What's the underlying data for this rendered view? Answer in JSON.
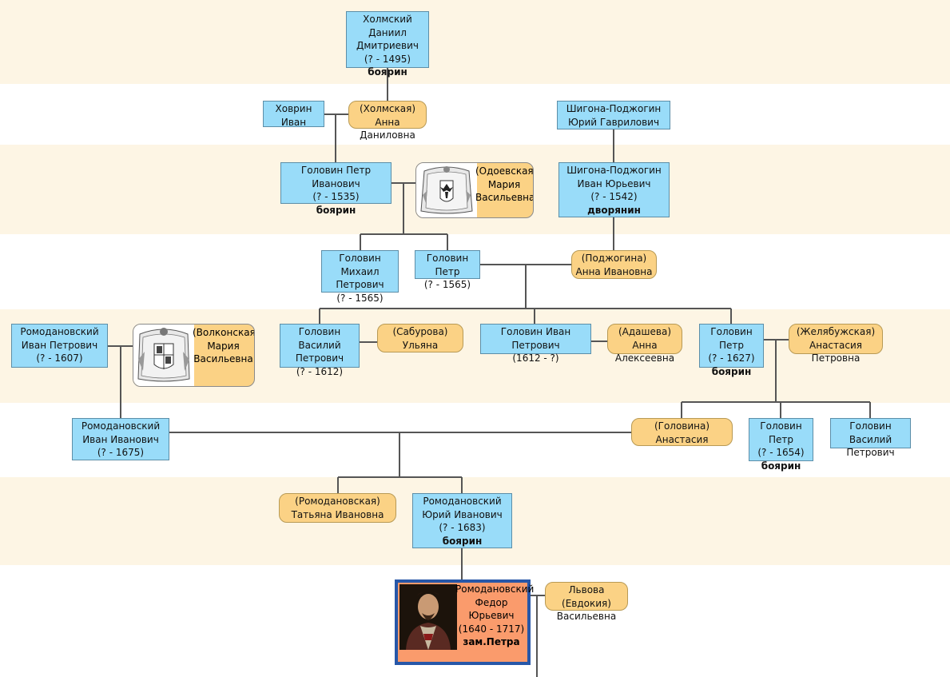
{
  "people": {
    "kholmsky": {
      "name": "Холмский Даниил Дмитриевич",
      "years": "(? - 1495)",
      "title": "боярин"
    },
    "khovrin": {
      "name": "Ховрин Иван"
    },
    "kholmskaya": {
      "name": "(Холмская) Анна Даниловна"
    },
    "shigona_yuri": {
      "name": "Шигона-Поджогин Юрий Гаврилович"
    },
    "golovin_pyotr_ivanovich": {
      "name": "Головин Петр Иванович",
      "years": "(? - 1535)",
      "title": "боярин"
    },
    "odoevskaya": {
      "name": "(Одоевская) Мария Васильевна"
    },
    "shigona_ivan": {
      "name": "Шигона-Поджогин Иван Юрьевич",
      "years": "(? - 1542)",
      "title": "дворянин"
    },
    "golovin_mikhail": {
      "name": "Головин Михаил Петрович",
      "years": "(? - 1565)"
    },
    "golovin_pyotr_1565": {
      "name": "Головин Петр",
      "years": "(? - 1565)"
    },
    "podzhogina": {
      "name": "(Поджогина) Анна Ивановна"
    },
    "romodanovsky_ivan_p": {
      "name": "Ромодановский Иван Петрович",
      "years": "(? - 1607)"
    },
    "volkonskaya": {
      "name": "(Волконская) Мария Васильевна"
    },
    "golovin_vasily_1612": {
      "name": "Головин Василий Петрович",
      "years": "(? - 1612)"
    },
    "saburova": {
      "name": "(Сабурова) Ульяна"
    },
    "golovin_ivan_p": {
      "name": "Головин Иван Петрович",
      "years": "(1612 - ?)"
    },
    "adasheva": {
      "name": "(Адашева) Анна Алексеевна"
    },
    "golovin_pyotr_1627": {
      "name": "Головин Петр",
      "years": "(? - 1627)",
      "title": "боярин"
    },
    "zhelyabuzhskaya": {
      "name": "(Желябужская) Анастасия Петровна"
    },
    "romodanovsky_ivan_i": {
      "name": "Ромодановский Иван Иванович",
      "years": "(? - 1675)"
    },
    "golovina": {
      "name": "(Головина) Анастасия"
    },
    "golovin_pyotr_1654": {
      "name": "Головин Петр",
      "years": "(? - 1654)",
      "title": "боярин"
    },
    "golovin_vasily_p": {
      "name": "Головин Василий Петрович"
    },
    "romodanovskaya_tatiana": {
      "name": "(Ромодановская) Татьяна Ивановна"
    },
    "romodanovsky_yuri": {
      "name": "Ромодановский Юрий Иванович",
      "years": "(? - 1683)",
      "title": "боярин"
    },
    "romodanovsky_fyodor": {
      "name": "Ромодановский Федор Юрьевич",
      "years": "(1640 - 1717)",
      "title": "зам.Петра"
    },
    "lvova": {
      "name": "Львова (Евдокия) Васильевна"
    }
  },
  "colors": {
    "male": "#99dcf9",
    "female": "#fbd285",
    "selected": "#fa9b6c",
    "selected_border": "#2757a8",
    "generation_band": "#fdf5e4",
    "line": "#555555"
  },
  "icons": {
    "crest_odoevsky": "coat-of-arms-icon",
    "crest_volkonsky": "coat-of-arms-icon",
    "portrait_fyodor": "portrait-photo"
  }
}
